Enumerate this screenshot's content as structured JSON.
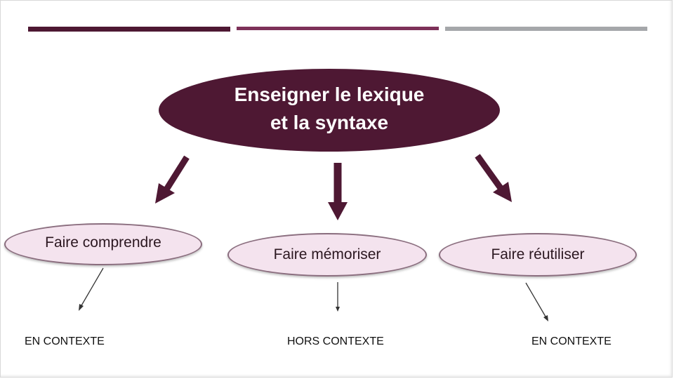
{
  "diagram": {
    "center": {
      "line1": "Enseigner le lexique",
      "line2": "et la syntaxe"
    },
    "nodes": [
      {
        "label": "Faire comprendre",
        "context": "EN CONTEXTE"
      },
      {
        "label": "Faire mémoriser",
        "context": "HORS CONTEXTE"
      },
      {
        "label": "Faire réutiliser",
        "context": "EN CONTEXTE"
      }
    ]
  },
  "colors": {
    "primary": "#4e1833",
    "secondary": "#7d3159",
    "gray": "#a5a7aa",
    "node_fill": "#f4e3ee"
  }
}
